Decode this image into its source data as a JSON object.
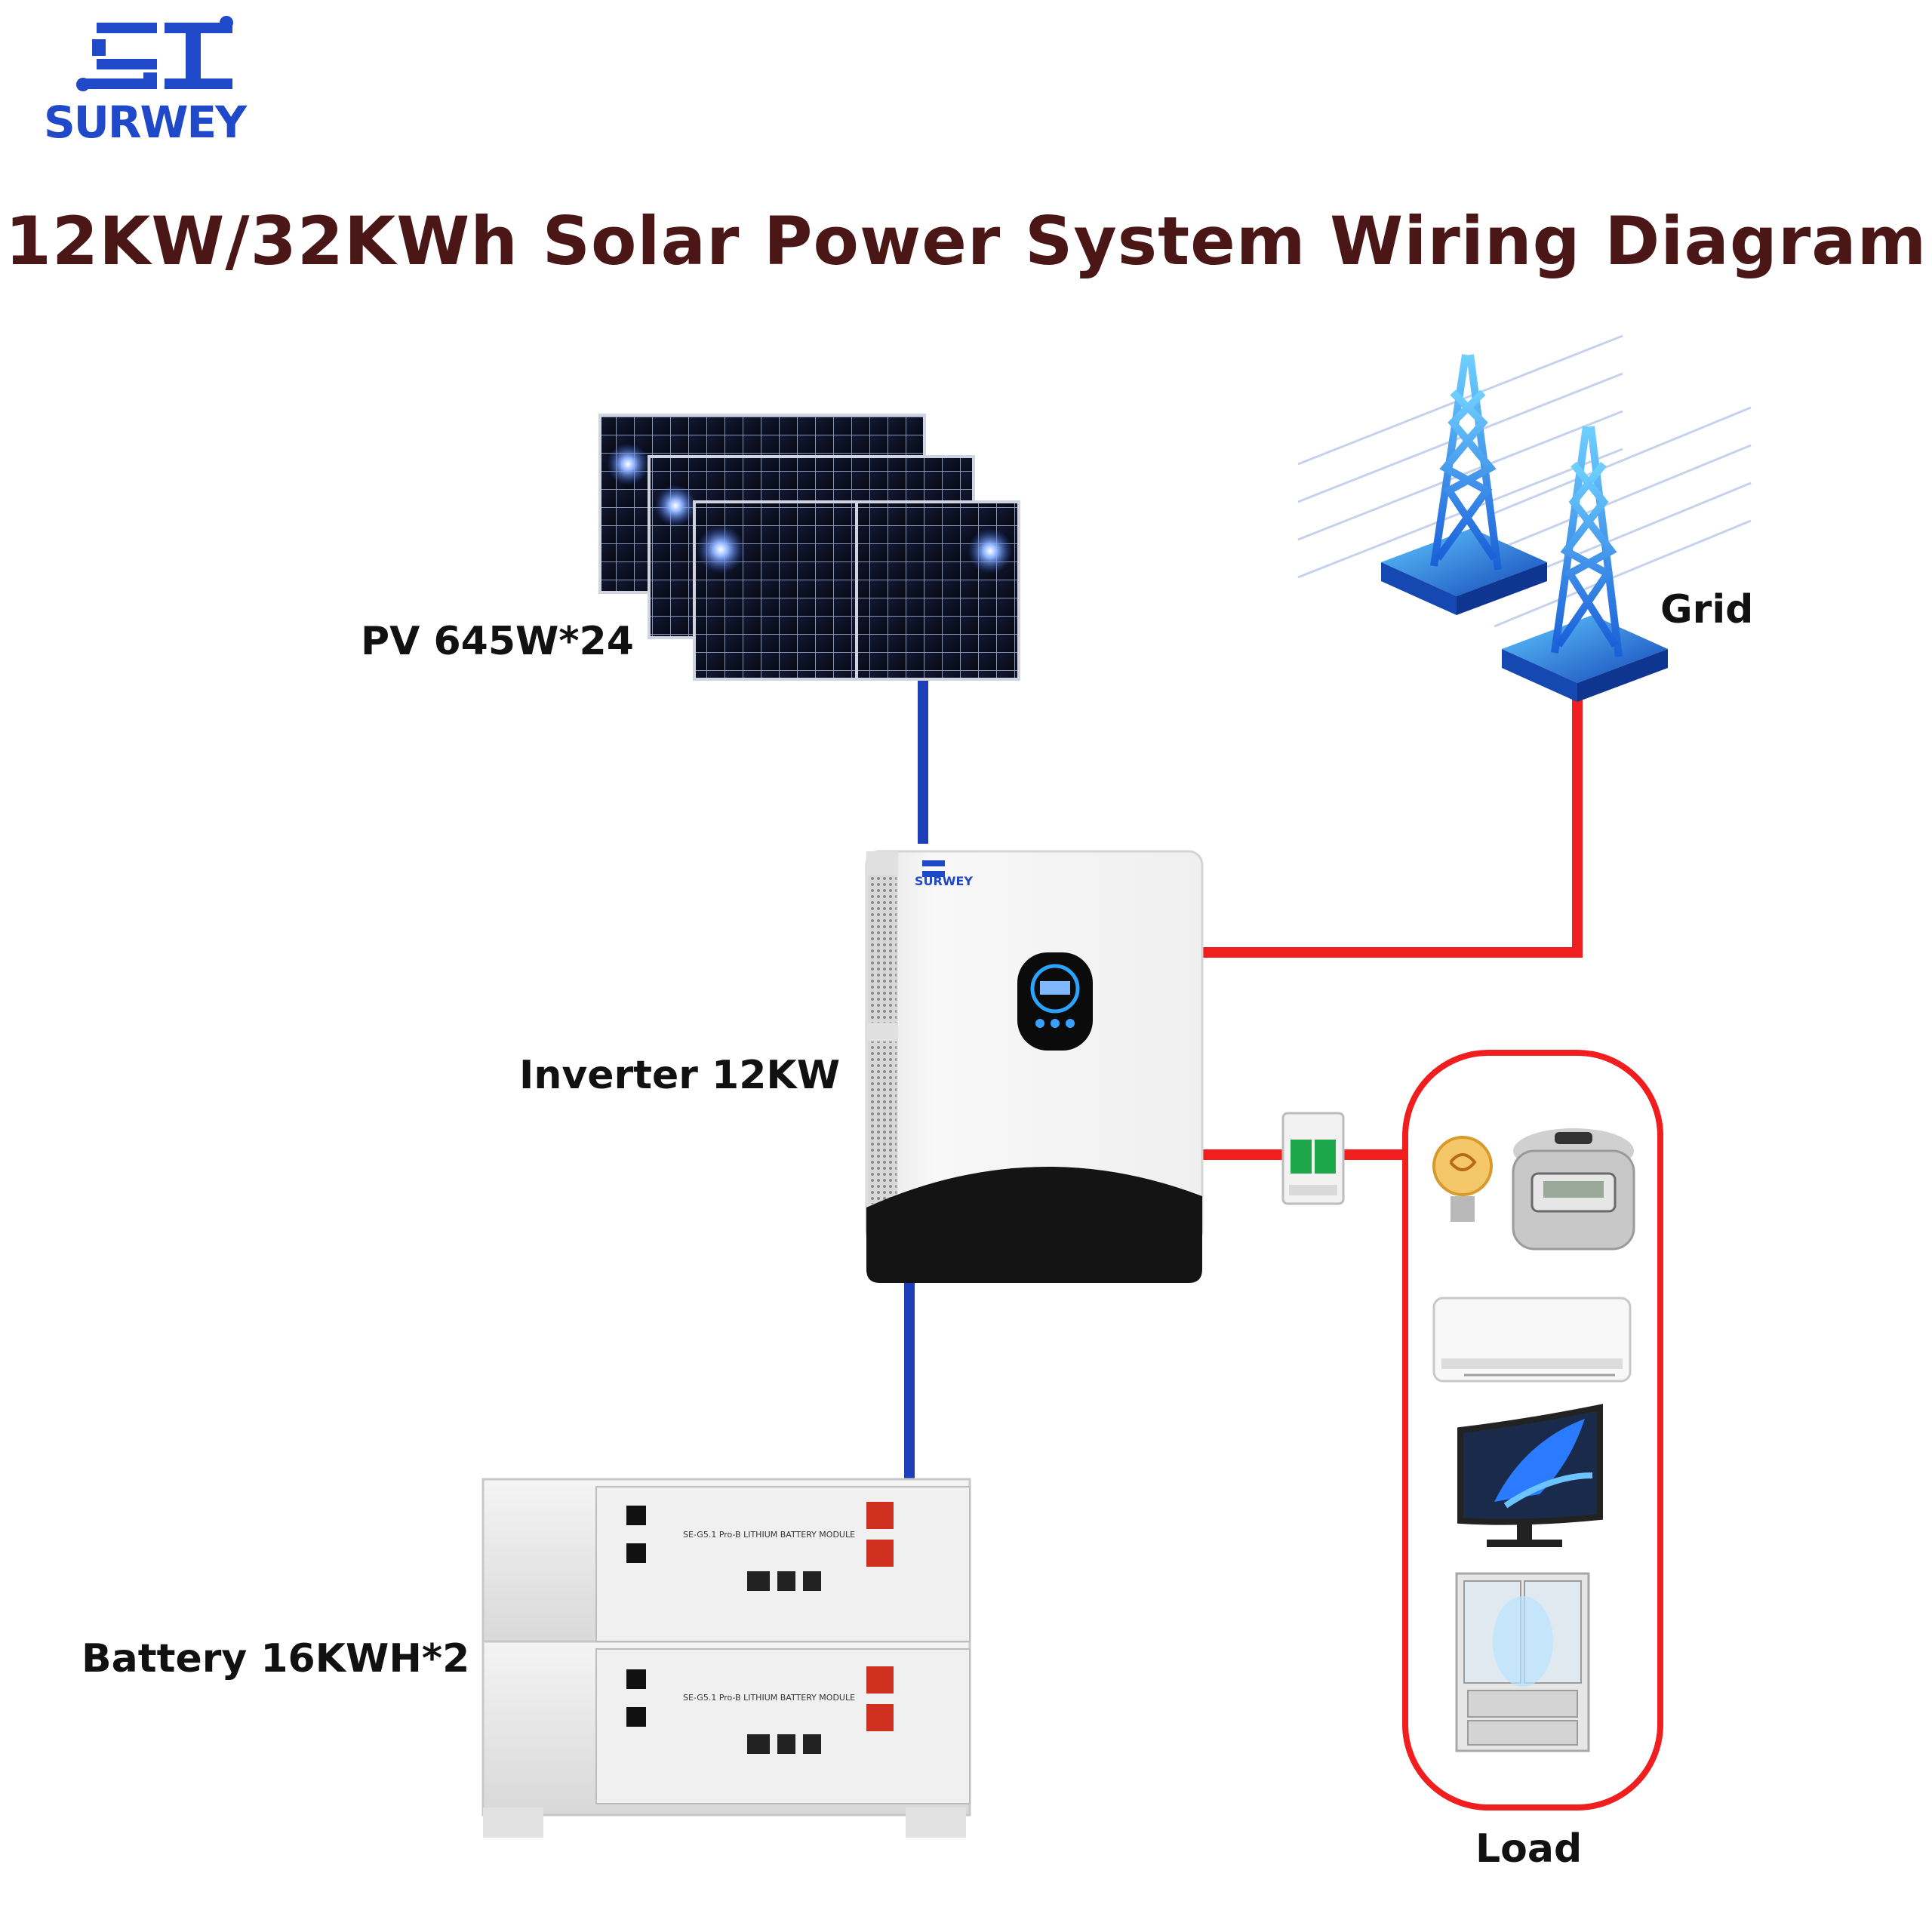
{
  "brand": {
    "name": "SURWEY",
    "color": "#1f49c8"
  },
  "title": "12KW/32KWh Solar Power System Wiring Diagram",
  "components": {
    "pv": {
      "label": "PV 645W*24"
    },
    "grid": {
      "label": "Grid"
    },
    "inverter": {
      "label": "Inverter 12KW",
      "brand": "SURWEY"
    },
    "battery": {
      "label": "Battery 16KWH*2",
      "module_text": "SE-G5.1 Pro-B  LITHIUM BATTERY MODULE"
    },
    "load": {
      "label": "Load"
    }
  },
  "colors": {
    "dc_wire": "#1f3fb8",
    "ac_wire": "#f01e1e",
    "title": "#4a1616"
  },
  "icons": [
    "solar-panel-icon",
    "power-tower-icon",
    "inverter-icon",
    "battery-icon",
    "breaker-icon",
    "bulb-icon",
    "rice-cooker-icon",
    "air-conditioner-icon",
    "monitor-icon",
    "refrigerator-icon"
  ]
}
